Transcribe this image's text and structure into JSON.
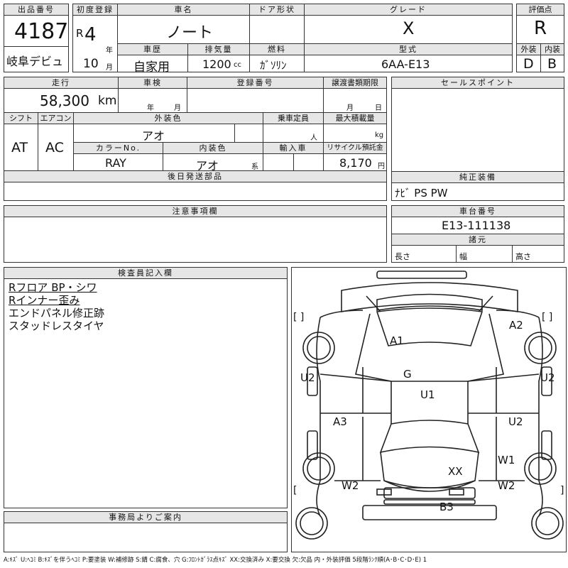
{
  "header": {
    "lot_label": "出品番号",
    "lot_number": "4187",
    "venue": "岐阜デビュ",
    "first_reg_label": "初度登録",
    "era_letter": "R",
    "year": "4",
    "year_unit": "年",
    "month": "10",
    "month_unit": "月",
    "car_name_label": "車名",
    "car_name": "ノート",
    "door_label": "ドア形状",
    "door": "",
    "grade_label": "グレード",
    "grade": "X",
    "score_label": "評価点",
    "score": "R",
    "history_label": "車歴",
    "history": "自家用",
    "displacement_label": "排気量",
    "displacement": "1200",
    "displacement_unit": "cc",
    "fuel_label": "燃料",
    "fuel": "ｶﾞｿﾘﾝ",
    "model_label": "型式",
    "model": "6AA-E13",
    "exterior_label": "外装",
    "exterior_grade": "D",
    "interior_label": "内装",
    "interior_grade": "B"
  },
  "spec": {
    "mileage_label": "走行",
    "mileage": "58,300",
    "mileage_unit": "km",
    "inspection_label": "車検",
    "inspection_year_unit": "年",
    "inspection_month_unit": "月",
    "plate_label": "登録番号",
    "transfer_label": "譲渡書類期限",
    "transfer_month_unit": "月",
    "transfer_day_unit": "日",
    "shift_label": "シフト",
    "shift": "AT",
    "ac_label": "エアコン",
    "ac": "AC",
    "ext_color_label": "外装色",
    "ext_color": "アオ",
    "capacity_label": "乗車定員",
    "capacity_unit": "人",
    "load_label": "最大積載量",
    "load_unit": "kg",
    "color_no_label": "カラーNo.",
    "color_no": "RAY",
    "int_color_label": "内装色",
    "int_color": "アオ",
    "int_color_unit": "系",
    "import_label": "輸入車",
    "recycle_label": "リサイクル預託金",
    "recycle": "8,170",
    "recycle_unit": "円",
    "later_parts_label": "後日発送部品"
  },
  "sales": {
    "sales_points_label": "セールスポイント",
    "equipment_label": "純正装備",
    "equipment": "ﾅﾋﾞ PS PW"
  },
  "notes": {
    "caution_label": "注意事項欄",
    "chassis_label": "車台番号",
    "chassis": "E13-111138",
    "dims_label": "諸元",
    "length_label": "長さ",
    "width_label": "幅",
    "height_label": "高さ"
  },
  "inspector": {
    "label": "検査員記入欄",
    "lines": [
      "Rフロア BP・シワ",
      "Rインナー歪み",
      "エンドパネル修正跡",
      "スタッドレスタイヤ"
    ]
  },
  "office": {
    "label": "事務局よりご案内"
  },
  "diagram_marks": {
    "a1": "A1",
    "a2": "A2",
    "g": "G",
    "u1": "U1",
    "u2_left": "U2",
    "u2_right": "U2",
    "u2_mid": "U2",
    "a3": "A3",
    "w1": "W1",
    "xx": "XX",
    "w2_left": "W2",
    "w2_right": "W2",
    "b3": "B3",
    "bracket_left": "[    ]",
    "bracket_right": "[    ]"
  },
  "legend": "A:ｷｽﾞ U:ﾍｺﾐ B:ｷｽﾞを伴うﾍｺﾐ P:要塗装 W:補修跡 S:錆 C:腐食、穴 G:ﾌﾛﾝﾄｶﾞﾗｽ点ｷｽﾞ XX:交換済み X:要交換 欠:欠品 内・外装評価 5段階ﾗﾝｸ順(A･B･C･D･E) 1"
}
